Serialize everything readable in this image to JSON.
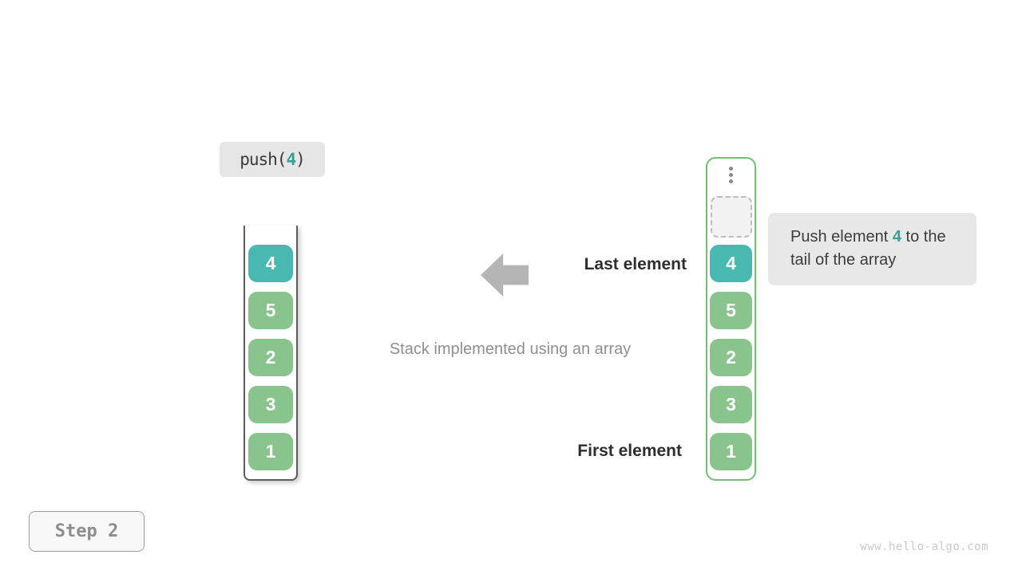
{
  "colors": {
    "teal": "#49b8b0",
    "teal-text": "#3a9e94",
    "green": "#8ac48d",
    "green-border": "#70c175",
    "arrow-gray": "#b5b5b5"
  },
  "operation_badge": {
    "code_prefix": "push(",
    "code_arg": "4",
    "code_suffix": ")"
  },
  "left_stack": {
    "cells": [
      {
        "value": "4",
        "type": "highlight"
      },
      {
        "value": "5",
        "type": "normal"
      },
      {
        "value": "2",
        "type": "normal"
      },
      {
        "value": "3",
        "type": "normal"
      },
      {
        "value": "1",
        "type": "normal"
      }
    ]
  },
  "right_stack": {
    "ellipsis_icon": "vertical-ellipsis",
    "empty_slot": {
      "value": ""
    },
    "cells": [
      {
        "value": "4",
        "type": "highlight"
      },
      {
        "value": "5",
        "type": "normal"
      },
      {
        "value": "2",
        "type": "normal"
      },
      {
        "value": "3",
        "type": "normal"
      },
      {
        "value": "1",
        "type": "normal"
      }
    ]
  },
  "annotations": {
    "last_element": "Last element",
    "first_element": "First element",
    "caption": "Stack implemented using an array",
    "arrow_icon": "left-arrow"
  },
  "callout": {
    "before": "Push element ",
    "highlight": "4",
    "after": " to the tail of the array"
  },
  "step_badge": "Step 2",
  "watermark": "www.hello-algo.com"
}
